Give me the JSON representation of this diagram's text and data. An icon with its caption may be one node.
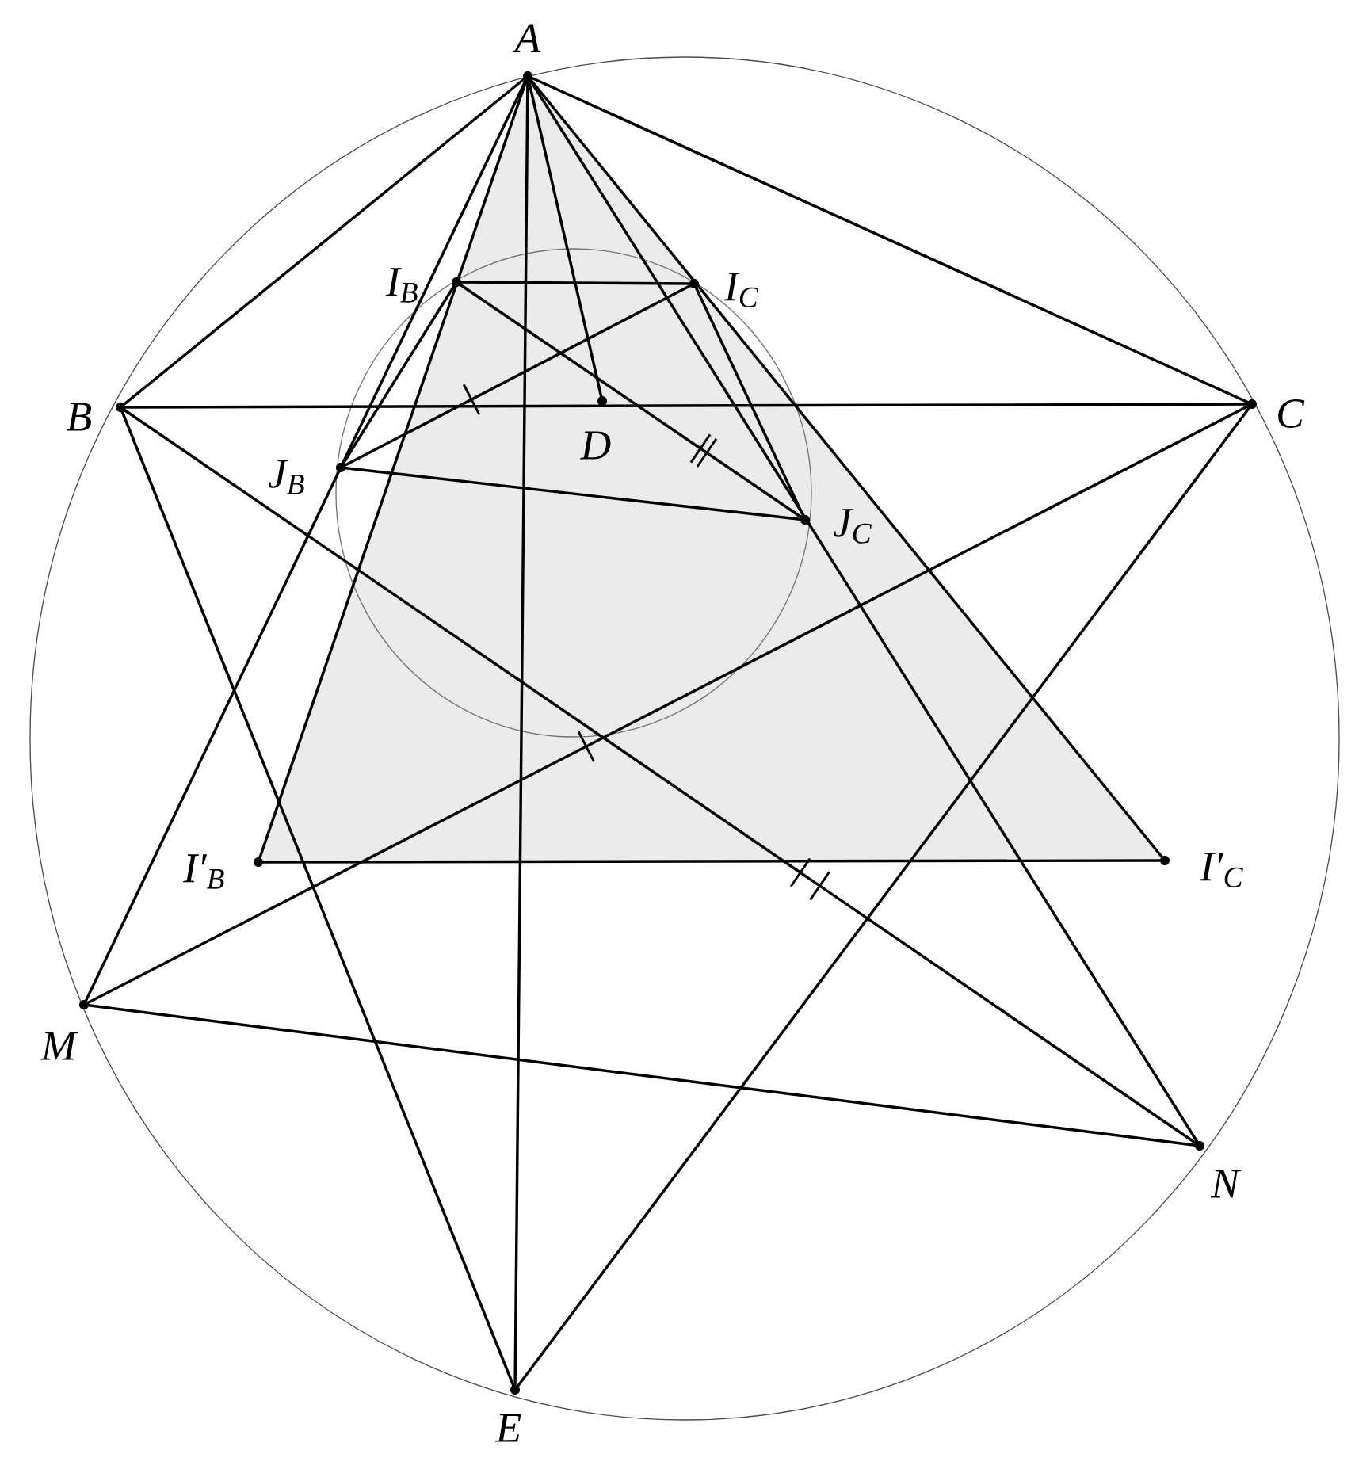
{
  "diagram": {
    "nodes": [
      {
        "text": [
          "A"
        ]
      },
      {
        "text": [
          "B"
        ]
      },
      {
        "text": [
          "C"
        ]
      },
      {
        "text": [
          "D"
        ]
      },
      {
        "text": [
          "E"
        ]
      },
      {
        "text": [
          "M"
        ]
      },
      {
        "text": [
          "N"
        ]
      },
      {
        "text": [
          "I$_{B}$"
        ]
      },
      {
        "text": [
          "I$_{C}$"
        ]
      },
      {
        "text": [
          "J$_{B}$"
        ]
      },
      {
        "text": [
          "J$_{C}$"
        ]
      },
      {
        "text": [
          "I′$_{B}$"
        ]
      },
      {
        "text": [
          "I′$_{C}$"
        ]
      }
    ],
    "edges": [
      {
        "from": 0,
        "to": 1,
        "arrow": "none"
      },
      {
        "from": 0,
        "to": 2,
        "arrow": "none"
      },
      {
        "from": 1,
        "to": 2,
        "arrow": "none"
      },
      {
        "from": 0,
        "to": 3,
        "arrow": "none"
      },
      {
        "from": 0,
        "to": 4,
        "arrow": "none"
      },
      {
        "from": 0,
        "to": 5,
        "arrow": "none"
      },
      {
        "from": 0,
        "to": 6,
        "arrow": "none"
      },
      {
        "from": 0,
        "to": 11,
        "arrow": "none"
      },
      {
        "from": 0,
        "to": 12,
        "arrow": "none"
      },
      {
        "from": 7,
        "to": 8,
        "arrow": "none"
      },
      {
        "from": 7,
        "to": 9,
        "arrow": "none"
      },
      {
        "from": 8,
        "to": 10,
        "arrow": "none"
      },
      {
        "from": 9,
        "to": 10,
        "arrow": "none"
      },
      {
        "from": 7,
        "to": 10,
        "arrow": "none"
      },
      {
        "from": 8,
        "to": 9,
        "arrow": "none"
      },
      {
        "from": 1,
        "to": 6,
        "arrow": "none"
      },
      {
        "from": 1,
        "to": 4,
        "arrow": "none"
      },
      {
        "from": 2,
        "to": 5,
        "arrow": "none"
      },
      {
        "from": 2,
        "to": 4,
        "arrow": "none"
      },
      {
        "from": 5,
        "to": 6,
        "arrow": "none"
      },
      {
        "from": 11,
        "to": 12,
        "arrow": "none"
      }
    ]
  }
}
